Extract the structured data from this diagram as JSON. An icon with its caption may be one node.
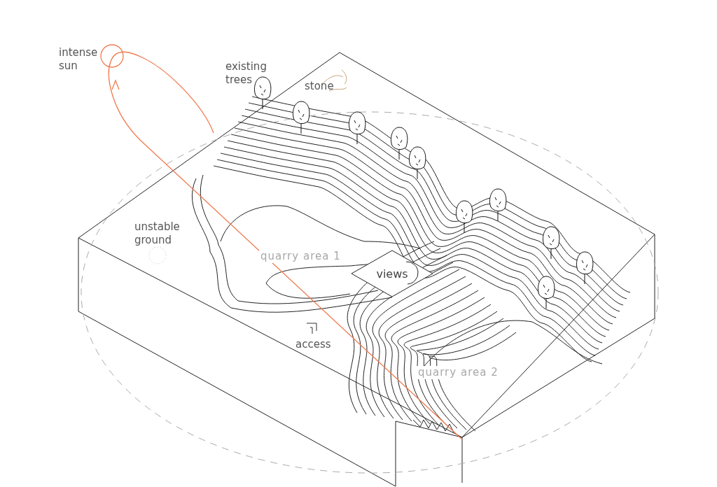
{
  "diagram": {
    "nodes": [
      {
        "text": [
          "views"
        ]
      }
    ],
    "labels": [
      "intense sun",
      "existing trees",
      "stone",
      "unstable ground",
      "quarry area 1",
      "access",
      "quarry area 2"
    ]
  }
}
